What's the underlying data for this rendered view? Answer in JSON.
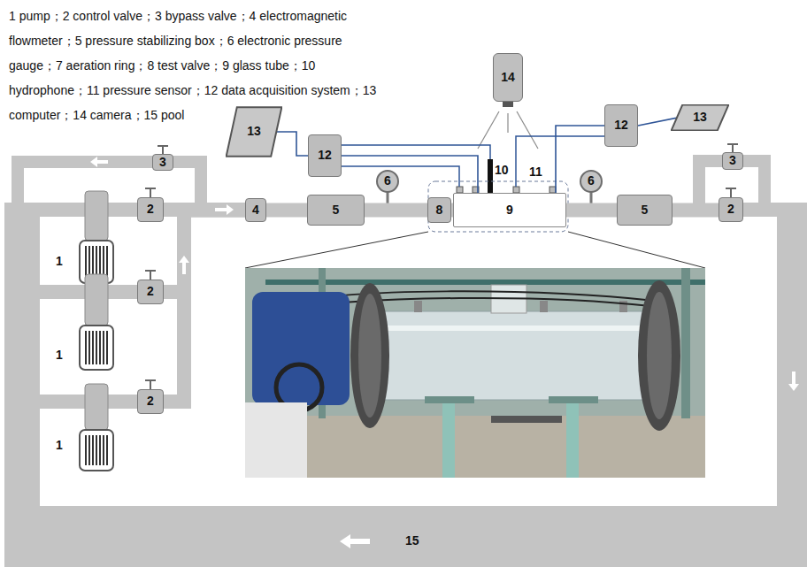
{
  "diagram": {
    "nodes": [
      {
        "text": [
          "13"
        ]
      },
      {
        "text": [
          "12"
        ]
      },
      {
        "text": [
          "14"
        ]
      },
      {
        "text": [
          "12"
        ]
      },
      {
        "text": [
          "13"
        ]
      },
      {
        "text": [
          "3"
        ]
      },
      {
        "text": [
          "3"
        ]
      },
      {
        "text": [
          "6"
        ]
      },
      {
        "text": [
          "6"
        ]
      },
      {
        "text": [
          "2"
        ]
      },
      {
        "text": [
          "4"
        ]
      },
      {
        "text": [
          "5"
        ]
      },
      {
        "text": [
          "8"
        ]
      },
      {
        "text": [
          "9"
        ]
      },
      {
        "text": [
          "5"
        ]
      },
      {
        "text": [
          "2"
        ]
      },
      {
        "text": [
          "2"
        ]
      },
      {
        "text": [
          "2"
        ]
      }
    ],
    "edges": [
      {
        "from": 0,
        "to": 1,
        "arrow": "none"
      },
      {
        "from": 1,
        "to": 13,
        "arrow": "none"
      },
      {
        "from": 3,
        "to": 13,
        "arrow": "none"
      },
      {
        "from": 3,
        "to": 4,
        "arrow": "none"
      },
      {
        "from": 9,
        "to": 10,
        "arrow": "none"
      },
      {
        "from": 16,
        "to": 10,
        "arrow": "none"
      },
      {
        "from": 17,
        "to": 10,
        "arrow": "none"
      },
      {
        "from": 10,
        "to": 11,
        "arrow": "none"
      },
      {
        "from": 11,
        "to": 12,
        "arrow": "none"
      },
      {
        "from": 12,
        "to": 13,
        "arrow": "none"
      },
      {
        "from": 13,
        "to": 14,
        "arrow": "none"
      },
      {
        "from": 14,
        "to": 15,
        "arrow": "none"
      }
    ],
    "labels": [
      "1 pump；2 control valve；3 bypass valve；4 electromagnetic flowmeter；5 pressure stabilizing box；6 electronic pressure gauge；7 aeration ring；8 test valve；9 glass tube；10 hydrophone；11 pressure sensor；12 data acquisition system；13 computer；14 camera；15 pool",
      "1",
      "1",
      "1",
      "10",
      "11",
      "15"
    ]
  }
}
